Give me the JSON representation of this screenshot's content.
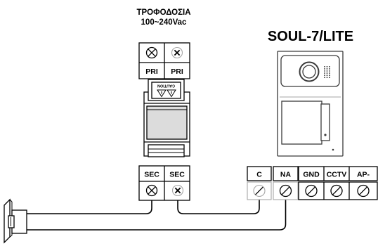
{
  "diagram": {
    "power_supply": {
      "title": "ΤΡΟΦΟΔΟΣΙΑ",
      "voltage": "100~240Vac",
      "caution_label": "CAUTION",
      "primary_terminals": [
        {
          "label": "PRI",
          "icon": "cross-screw-icon"
        },
        {
          "label": "PRI",
          "icon": "x-screw-icon"
        }
      ],
      "secondary_terminals": [
        {
          "label": "SEC",
          "icon": "cross-screw-icon"
        },
        {
          "label": "SEC",
          "icon": "x-screw-icon"
        }
      ]
    },
    "outdoor_panel": {
      "model": "SOUL-7/LITE",
      "terminals": [
        {
          "label": "C",
          "icon": "slotted-screw-icon"
        },
        {
          "label": "NA",
          "icon": "slotted-screw-icon"
        },
        {
          "label": "GND",
          "icon": "slotted-screw-icon"
        },
        {
          "label": "CCTV",
          "icon": "slotted-screw-icon"
        },
        {
          "label": "AP-",
          "icon": "slotted-screw-icon"
        }
      ]
    },
    "lock": {
      "icon": "electric-lock-icon"
    }
  },
  "colors": {
    "line": "#000000",
    "muted": "#a6a6a6",
    "panel": "#3a3a3a",
    "fill": "#dcdcdc",
    "background": "#ffffff"
  }
}
